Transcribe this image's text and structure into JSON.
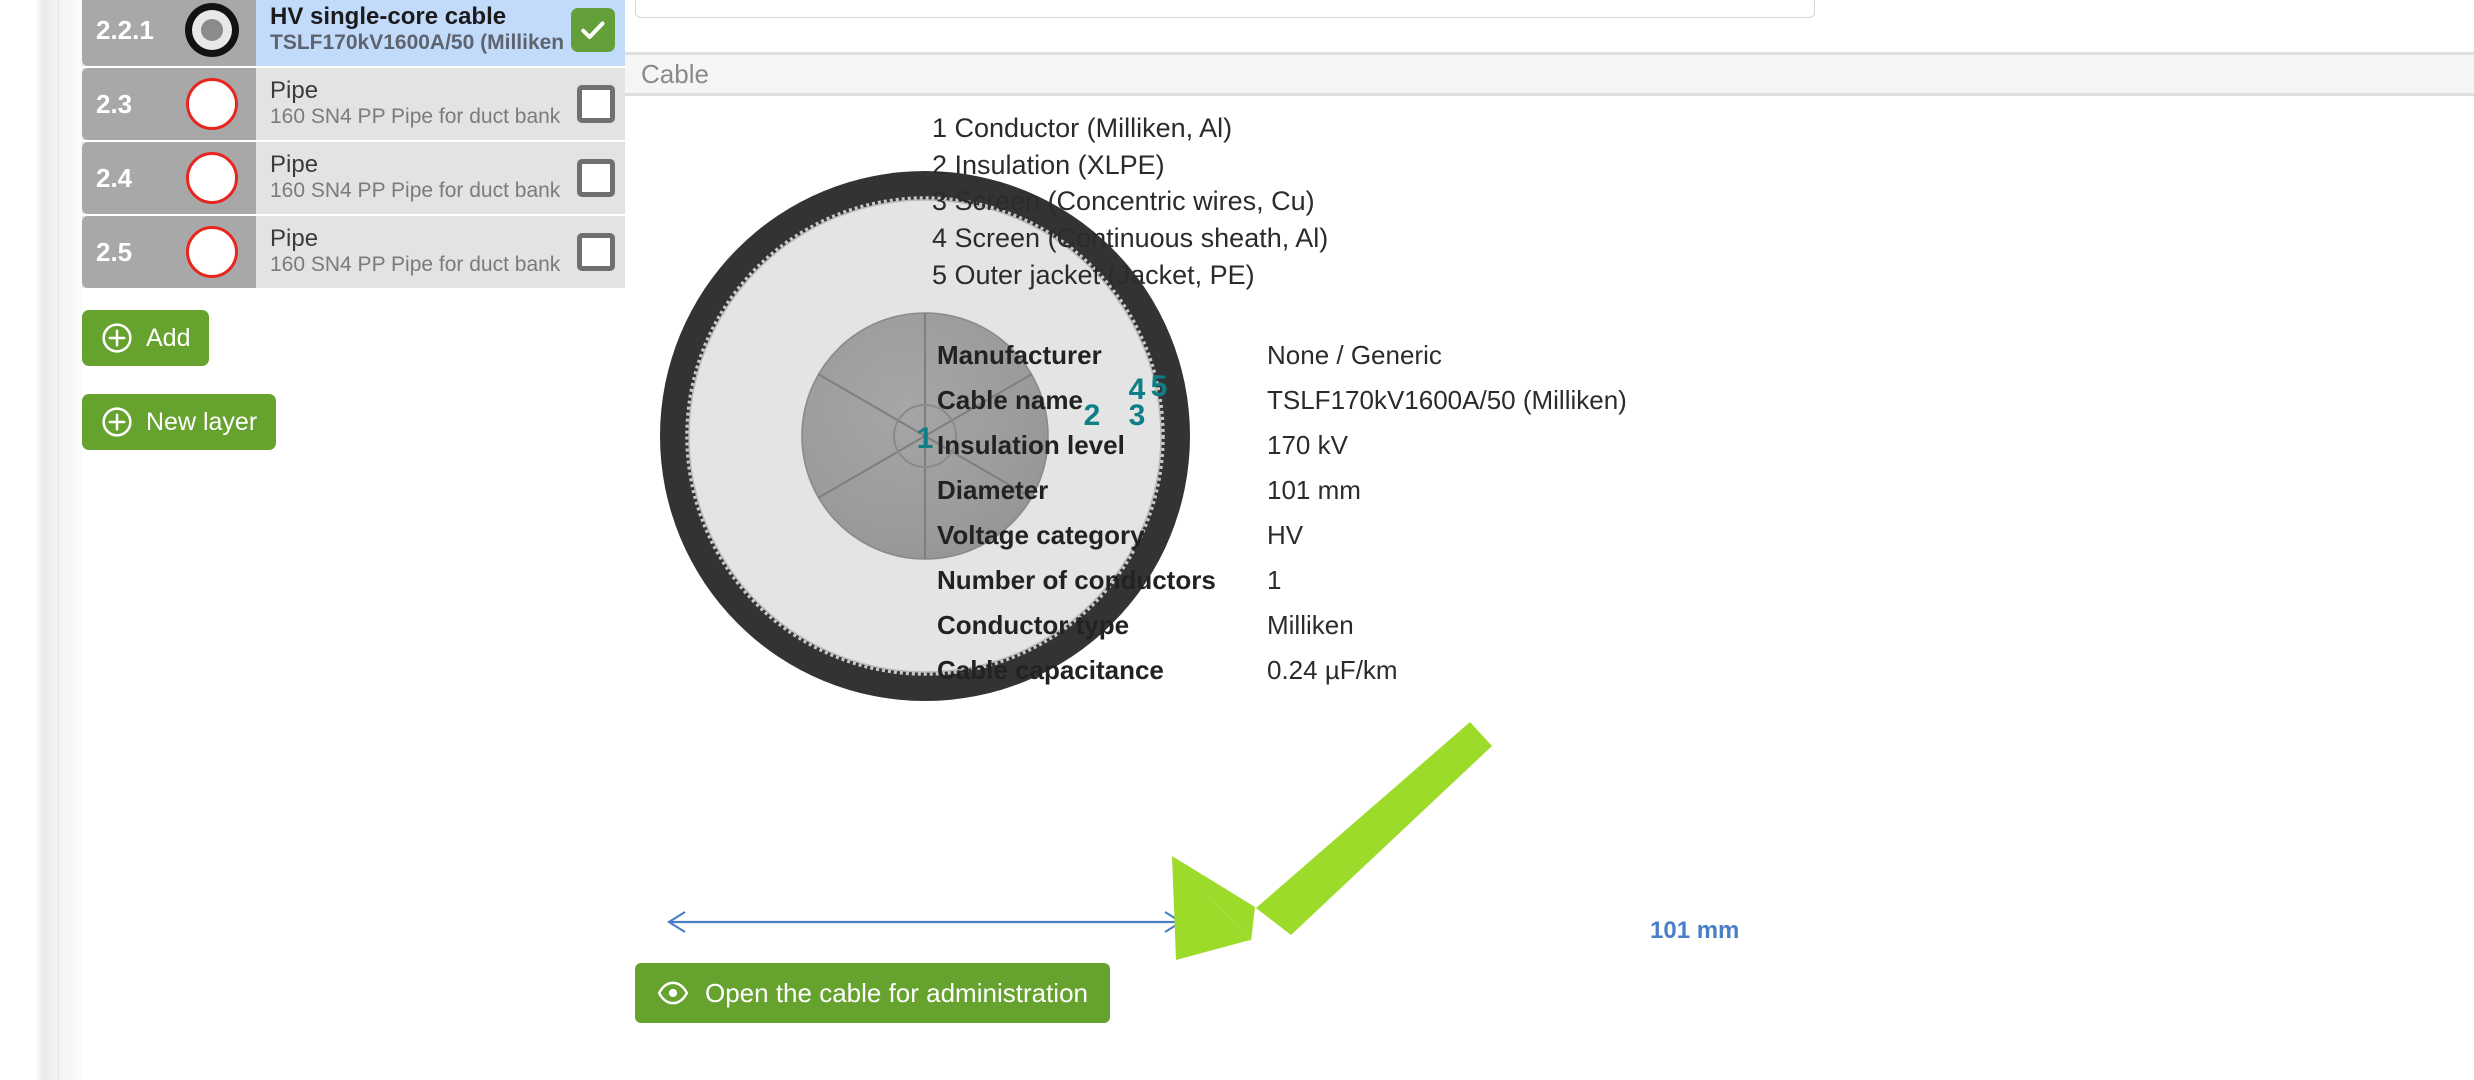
{
  "sidebar": {
    "layers": [
      {
        "index": "2.2.1",
        "title": "HV single-core cable",
        "subtitle": "TSLF170kV1600A/50 (Milliken",
        "icon": "cable-cross-section-icon",
        "selected": true,
        "checked": true
      },
      {
        "index": "2.3",
        "title": "Pipe",
        "subtitle": "160 SN4 PP Pipe for duct bank",
        "icon": "pipe-circle-icon",
        "selected": false,
        "checked": false
      },
      {
        "index": "2.4",
        "title": "Pipe",
        "subtitle": "160 SN4 PP Pipe for duct bank",
        "icon": "pipe-circle-icon",
        "selected": false,
        "checked": false
      },
      {
        "index": "2.5",
        "title": "Pipe",
        "subtitle": "160 SN4 PP Pipe for duct bank",
        "icon": "pipe-circle-icon",
        "selected": false,
        "checked": false
      }
    ],
    "add_button": {
      "label": "Add",
      "icon": "plus-circle-icon"
    },
    "new_layer_button": {
      "label": "New layer",
      "icon": "plus-circle-icon"
    }
  },
  "main": {
    "section_header": "Cable",
    "top_input": {
      "value": "",
      "placeholder": ""
    },
    "diagram": {
      "layer_numbers": [
        "1",
        "2",
        "3",
        "4",
        "5"
      ],
      "dimension_label": "101 mm",
      "label_color": "#0e7f86",
      "dimension_color": "#4a7ec5"
    },
    "legend": [
      "1 Conductor (Milliken, Al)",
      "2 Insulation (XLPE)",
      "3 Screen (Concentric wires, Cu)",
      "4 Screen (Continuous sheath, Al)",
      "5 Outer jacket (Jacket, PE)"
    ],
    "specs": [
      {
        "key": "Manufacturer",
        "value": "None / Generic"
      },
      {
        "key": "Cable name",
        "value": "TSLF170kV1600A/50 (Milliken)"
      },
      {
        "key": "Insulation level",
        "value": "170 kV"
      },
      {
        "key": "Diameter",
        "value": "101 mm"
      },
      {
        "key": "Voltage category",
        "value": "HV"
      },
      {
        "key": "Number of conductors",
        "value": "1"
      },
      {
        "key": "Conductor type",
        "value": "Milliken"
      },
      {
        "key": "Cable capacitance",
        "value": "0.24 µF/km"
      }
    ],
    "open_admin_button": {
      "label": "Open the cable for administration",
      "icon": "eye-icon"
    }
  },
  "annotation": {
    "arrow_color": "#9ddb2a",
    "shape": "arrow-pointing-down-left"
  },
  "colors": {
    "green_button": "#66a22e",
    "checkbox_green": "#63a03a",
    "selected_row": "#c3dbfb",
    "row_index_gray": "#a8a8a8",
    "row_body_gray": "#e3e3e3",
    "pipe_outline_red": "#e8251f",
    "teal_label": "#0e7f86",
    "blue_dimension": "#4a7ec5"
  }
}
